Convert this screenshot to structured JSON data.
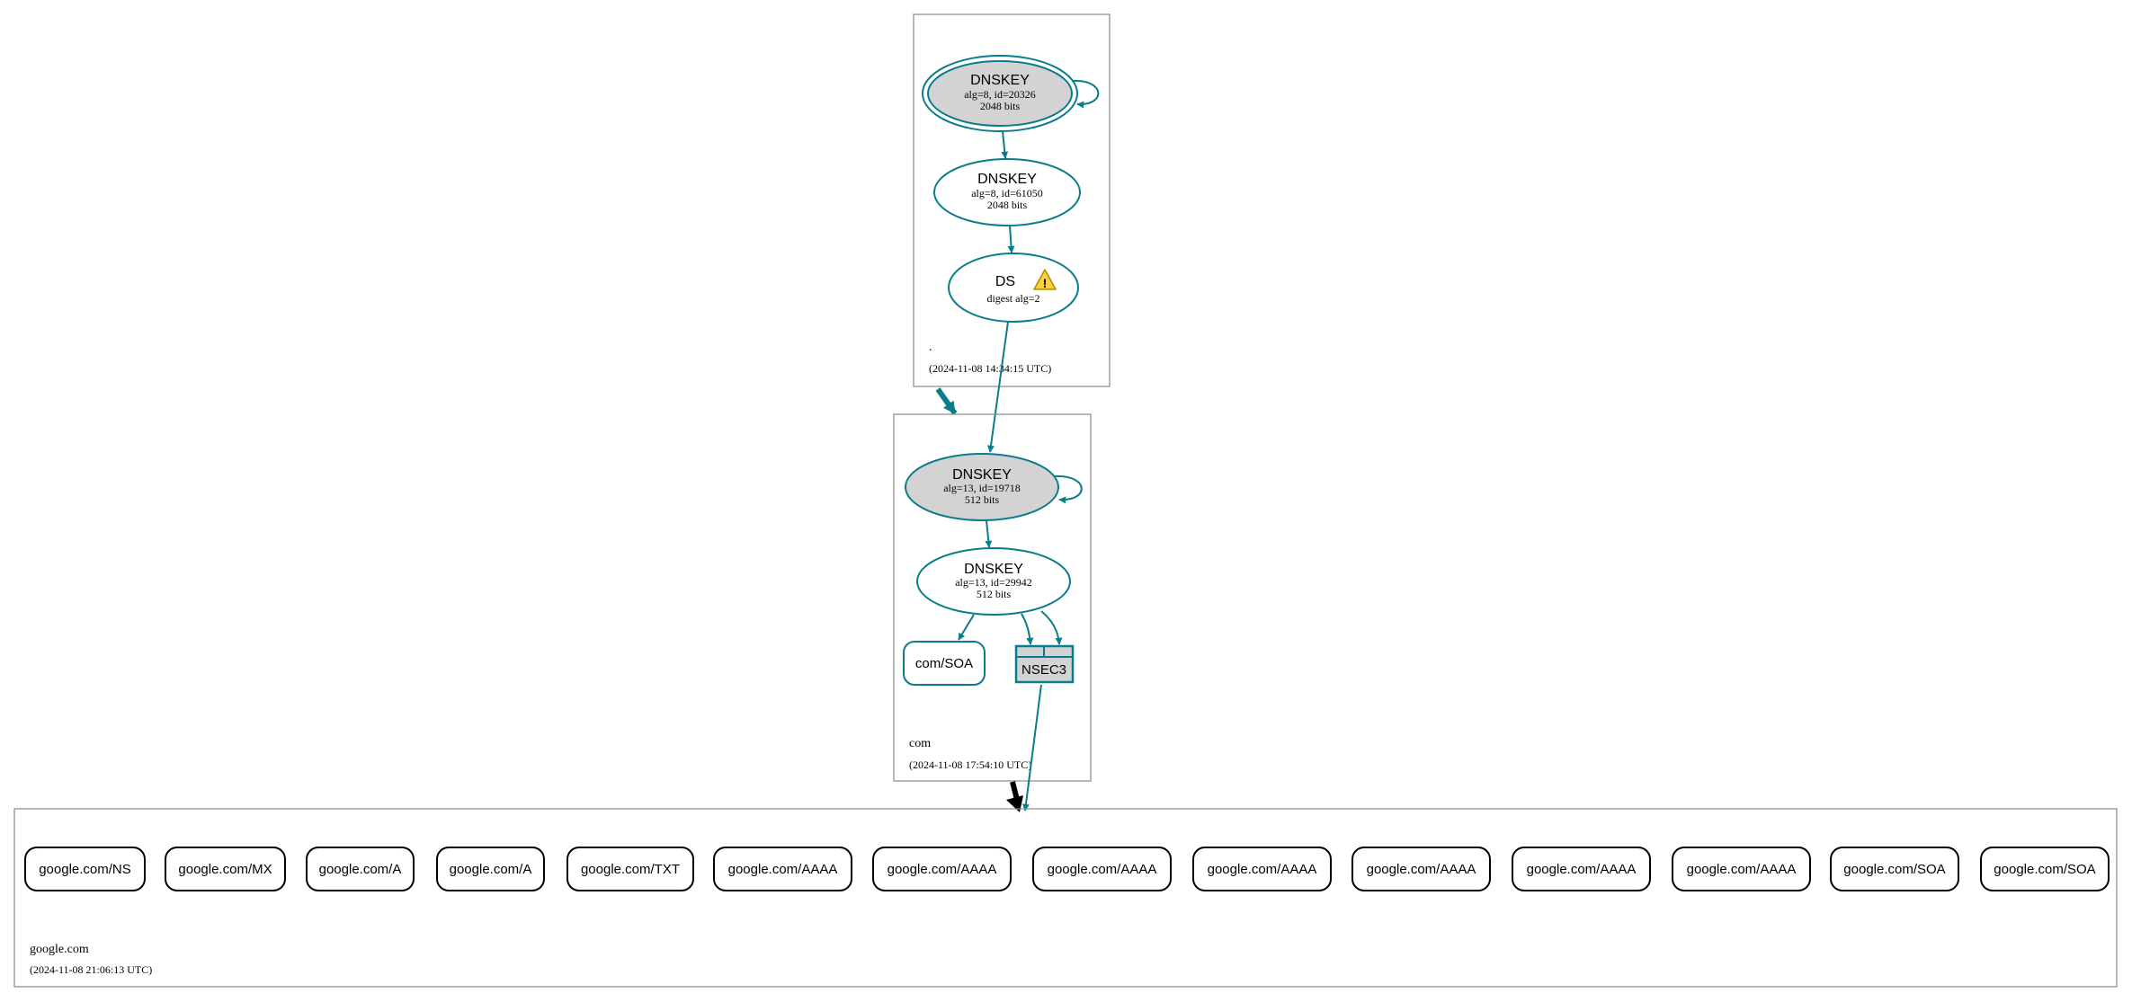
{
  "colors": {
    "edge": "#0a7d8c",
    "ksk_fill": "#d3d3d3",
    "zone_border": "#888888",
    "warning_fill": "#f7d23c",
    "black": "#000000"
  },
  "zones": {
    "root": {
      "name": ".",
      "timestamp": "(2024-11-08 14:34:15 UTC)",
      "ksk": {
        "type": "DNSKEY",
        "detail": "alg=8, id=20326",
        "size": "2048 bits"
      },
      "zsk": {
        "type": "DNSKEY",
        "detail": "alg=8, id=61050",
        "size": "2048 bits"
      },
      "ds": {
        "type": "DS",
        "detail": "digest alg=2",
        "icon": "warning-icon"
      }
    },
    "com": {
      "name": "com",
      "timestamp": "(2024-11-08 17:54:10 UTC)",
      "ksk": {
        "type": "DNSKEY",
        "detail": "alg=13, id=19718",
        "size": "512 bits"
      },
      "zsk": {
        "type": "DNSKEY",
        "detail": "alg=13, id=29942",
        "size": "512 bits"
      },
      "soa": "com/SOA",
      "nsec3": "NSEC3"
    },
    "google": {
      "name": "google.com",
      "timestamp": "(2024-11-08 21:06:13 UTC)",
      "records": [
        "google.com/NS",
        "google.com/MX",
        "google.com/A",
        "google.com/A",
        "google.com/TXT",
        "google.com/AAAA",
        "google.com/AAAA",
        "google.com/AAAA",
        "google.com/AAAA",
        "google.com/AAAA",
        "google.com/AAAA",
        "google.com/AAAA",
        "google.com/SOA",
        "google.com/SOA"
      ]
    }
  }
}
